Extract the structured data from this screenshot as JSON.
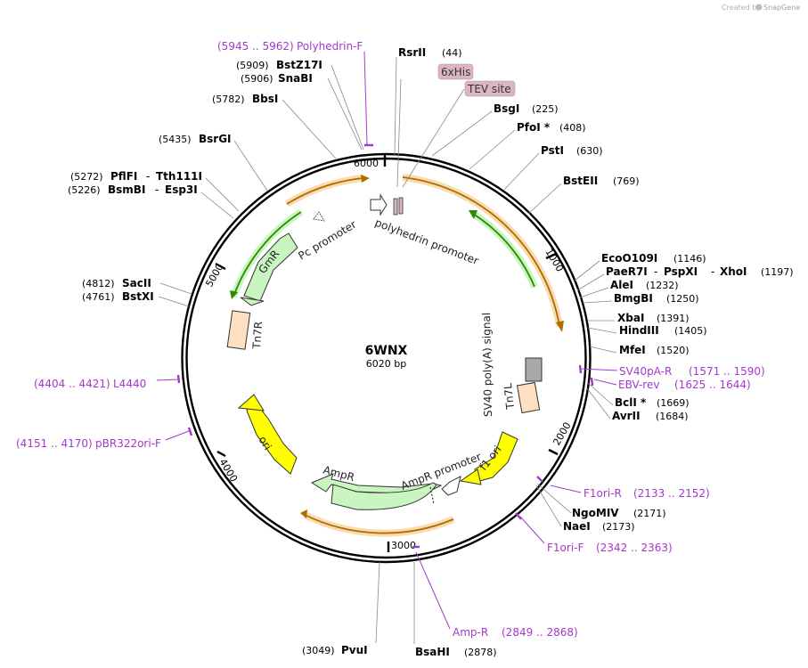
{
  "header": {
    "credit_text": "Created by",
    "brand": "SnapGene"
  },
  "plasmid": {
    "name": "6WNX",
    "length_label": "6020 bp",
    "total_bp": 6020
  },
  "ticks": [
    {
      "bp": 1000,
      "label": "1000"
    },
    {
      "bp": 2000,
      "label": "2000"
    },
    {
      "bp": 3000,
      "label": "3000"
    },
    {
      "bp": 4000,
      "label": "4000"
    },
    {
      "bp": 5000,
      "label": "5000"
    },
    {
      "bp": 6000,
      "label": "6000"
    }
  ],
  "enzymes": [
    {
      "names": [
        "RsrII"
      ],
      "pos": "(44)",
      "bp": 44,
      "side": "right"
    },
    {
      "names": [
        "BsgI"
      ],
      "pos": "(225)",
      "bp": 225,
      "side": "right"
    },
    {
      "names": [
        "PfoI *"
      ],
      "pos": "(408)",
      "bp": 408,
      "side": "right"
    },
    {
      "names": [
        "PstI"
      ],
      "pos": "(630)",
      "bp": 630,
      "side": "right"
    },
    {
      "names": [
        "BstEII"
      ],
      "pos": "(769)",
      "bp": 769,
      "side": "right"
    },
    {
      "names": [
        "EcoO109I"
      ],
      "pos": "(1146)",
      "bp": 1146,
      "side": "right"
    },
    {
      "names": [
        "PaeR7I",
        "PspXI",
        "XhoI"
      ],
      "pos": "(1197)",
      "bp": 1197,
      "side": "right"
    },
    {
      "names": [
        "AleI"
      ],
      "pos": "(1232)",
      "bp": 1232,
      "side": "right"
    },
    {
      "names": [
        "BmgBI"
      ],
      "pos": "(1250)",
      "bp": 1250,
      "side": "right"
    },
    {
      "names": [
        "XbaI"
      ],
      "pos": "(1391)",
      "bp": 1391,
      "side": "right"
    },
    {
      "names": [
        "HindIII"
      ],
      "pos": "(1405)",
      "bp": 1405,
      "side": "right"
    },
    {
      "names": [
        "MfeI"
      ],
      "pos": "(1520)",
      "bp": 1520,
      "side": "right"
    },
    {
      "names": [
        "BclI *"
      ],
      "pos": "(1669)",
      "bp": 1669,
      "side": "right"
    },
    {
      "names": [
        "AvrII"
      ],
      "pos": "(1684)",
      "bp": 1684,
      "side": "right"
    },
    {
      "names": [
        "NgoMIV"
      ],
      "pos": "(2171)",
      "bp": 2171,
      "side": "right"
    },
    {
      "names": [
        "NaeI"
      ],
      "pos": "(2173)",
      "bp": 2173,
      "side": "right"
    },
    {
      "names": [
        "BsaHI"
      ],
      "pos": "(2878)",
      "bp": 2878,
      "side": "right"
    },
    {
      "names": [
        "PvuI"
      ],
      "pos": "(3049)",
      "bp": 3049,
      "side": "left"
    },
    {
      "names": [
        "BstXI"
      ],
      "pos": "(4761)",
      "bp": 4761,
      "side": "left"
    },
    {
      "names": [
        "SacII"
      ],
      "pos": "(4812)",
      "bp": 4812,
      "side": "left"
    },
    {
      "names": [
        "BsmBI",
        "Esp3I"
      ],
      "pos": "(5226)",
      "bp": 5226,
      "side": "left"
    },
    {
      "names": [
        "PflFI",
        "Tth111I"
      ],
      "pos": "(5272)",
      "bp": 5272,
      "side": "left"
    },
    {
      "names": [
        "BsrGI"
      ],
      "pos": "(5435)",
      "bp": 5435,
      "side": "left"
    },
    {
      "names": [
        "BbsI"
      ],
      "pos": "(5782)",
      "bp": 5782,
      "side": "left"
    },
    {
      "names": [
        "SnaBI"
      ],
      "pos": "(5906)",
      "bp": 5906,
      "side": "left"
    },
    {
      "names": [
        "BstZ17I"
      ],
      "pos": "(5909)",
      "bp": 5909,
      "side": "left"
    }
  ],
  "primers": [
    {
      "name": "Polyhedrin-F",
      "range": "(5945 .. 5962)",
      "bp": 5953,
      "side": "left"
    },
    {
      "name": "SV40pA-R",
      "range": "(1571 .. 1590)",
      "bp": 1580,
      "side": "right"
    },
    {
      "name": "EBV-rev",
      "range": "(1625 .. 1644)",
      "bp": 1634,
      "side": "right"
    },
    {
      "name": "F1ori-R",
      "range": "(2133 .. 2152)",
      "bp": 2142,
      "side": "right"
    },
    {
      "name": "F1ori-F",
      "range": "(2342 .. 2363)",
      "bp": 2352,
      "side": "right"
    },
    {
      "name": "Amp-R",
      "range": "(2849 .. 2868)",
      "bp": 2858,
      "side": "right"
    },
    {
      "name": "pBR322ori-F",
      "range": "(4151 .. 4170)",
      "bp": 4160,
      "side": "left"
    },
    {
      "name": "L4440",
      "range": "(4404 .. 4421)",
      "bp": 4412,
      "side": "left"
    }
  ],
  "tags": [
    {
      "label": "6xHis"
    },
    {
      "label": "TEV site"
    }
  ],
  "features": [
    {
      "label": "polyhedrin promoter"
    },
    {
      "label": "Pc promoter"
    },
    {
      "label": "GmR"
    },
    {
      "label": "Tn7R"
    },
    {
      "label": "SV40 poly(A) signal"
    },
    {
      "label": "Tn7L"
    },
    {
      "label": "f1 ori"
    },
    {
      "label": "AmpR promoter"
    },
    {
      "label": "AmpR"
    },
    {
      "label": "ori"
    }
  ],
  "colors": {
    "primer": "#a338cc",
    "orf_orange": "#e0a030",
    "gmr_green": "#c8f5c0",
    "ori_yellow": "#ffff00",
    "tn7_peach": "#fde0c2",
    "polyA_gray": "#a8a8a8",
    "tag_pink": "#dcb4c4"
  }
}
